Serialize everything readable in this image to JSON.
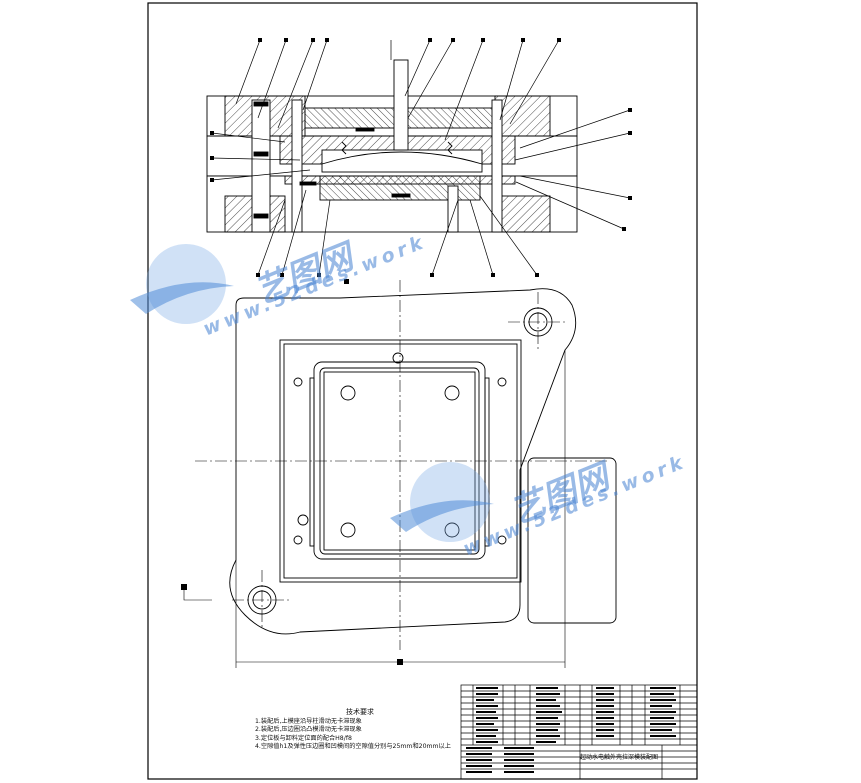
{
  "tech_notes": {
    "title": "技术要求",
    "lines": [
      "1.装配后,上模座沿导柱滑动无卡滞现象",
      "2.装配后,压边圈沿凸模滑动无卡滞现象",
      "3.定位板与卸料定位面的配合H8/f8",
      "4.空隙值h1及弹性压边圈和凹模间的空隙值分别与25mm和20mm以上"
    ]
  },
  "title_block": {
    "drawing_name": "起动水电触外壳拉深模装配图"
  },
  "watermarks": [
    {
      "brand": "艺图网",
      "url": "www.52des.work"
    },
    {
      "brand": "艺图网",
      "url": "www.52des.work"
    }
  ],
  "colors": {
    "line": "#000000",
    "watermark": "#4a86d2"
  }
}
